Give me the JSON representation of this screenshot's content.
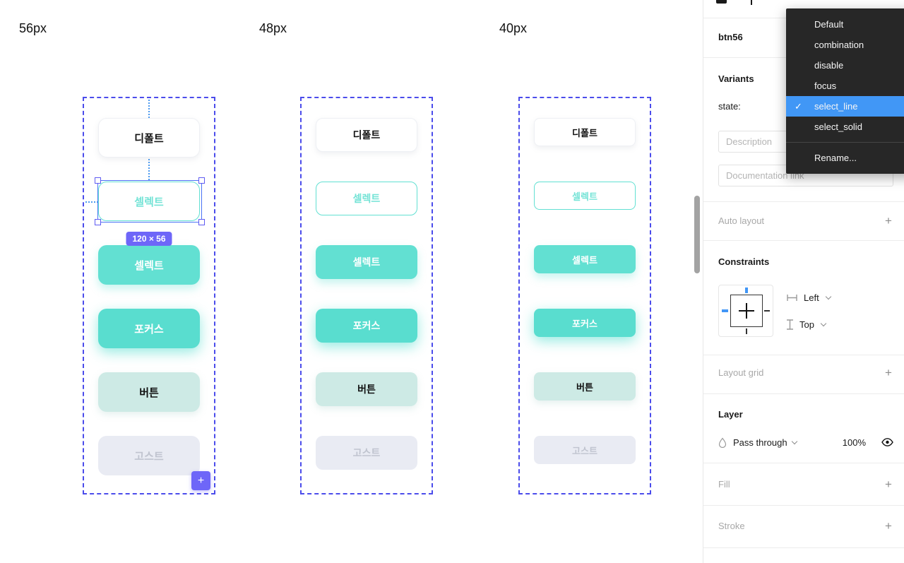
{
  "canvas": {
    "size_labels": [
      "56px",
      "48px",
      "40px"
    ],
    "columns": [
      {
        "buttons": [
          {
            "label": "디폴트"
          },
          {
            "label": "셀렉트"
          },
          {
            "label": "셀렉트"
          },
          {
            "label": "포커스"
          },
          {
            "label": "버튼"
          },
          {
            "label": "고스트"
          }
        ]
      },
      {
        "buttons": [
          {
            "label": "디폴트"
          },
          {
            "label": "셀렉트"
          },
          {
            "label": "셀렉트"
          },
          {
            "label": "포커스"
          },
          {
            "label": "버튼"
          },
          {
            "label": "고스트"
          }
        ]
      },
      {
        "buttons": [
          {
            "label": "디폴트"
          },
          {
            "label": "셀렉트"
          },
          {
            "label": "셀렉트"
          },
          {
            "label": "포커스"
          },
          {
            "label": "버튼"
          },
          {
            "label": "고스트"
          }
        ]
      }
    ],
    "selection": {
      "size_badge": "120 × 56"
    },
    "add_button_glyph": "+"
  },
  "panel": {
    "component_name": "btn56",
    "variants_title": "Variants",
    "state_label": "state:",
    "description_placeholder": "Description",
    "documentation_placeholder": "Documentation link",
    "auto_layout_label": "Auto layout",
    "constraints_title": "Constraints",
    "horizontal_constraint": "Left",
    "vertical_constraint": "Top",
    "layout_grid_label": "Layout grid",
    "layer_title": "Layer",
    "blend_mode": "Pass through",
    "opacity": "100%",
    "fill_label": "Fill",
    "stroke_label": "Stroke",
    "plus_glyph": "+"
  },
  "menu": {
    "check_glyph": "✓",
    "items": [
      {
        "label": "Default"
      },
      {
        "label": "combination"
      },
      {
        "label": "disable"
      },
      {
        "label": "focus"
      },
      {
        "label": "select_line",
        "selected": true
      },
      {
        "label": "select_solid"
      }
    ],
    "rename_label": "Rename..."
  },
  "colors": {
    "accent_teal": "#62e0d2",
    "light_teal": "#cdeae5",
    "ghost_bg": "#e9ebf3",
    "frame_dash": "#4b4ceb",
    "selection_blue": "#4a72f5",
    "badge_purple": "#6e66f8",
    "guide_blue": "#4d9aef",
    "menu_bg": "#272727",
    "menu_highlight": "#4197f6"
  }
}
